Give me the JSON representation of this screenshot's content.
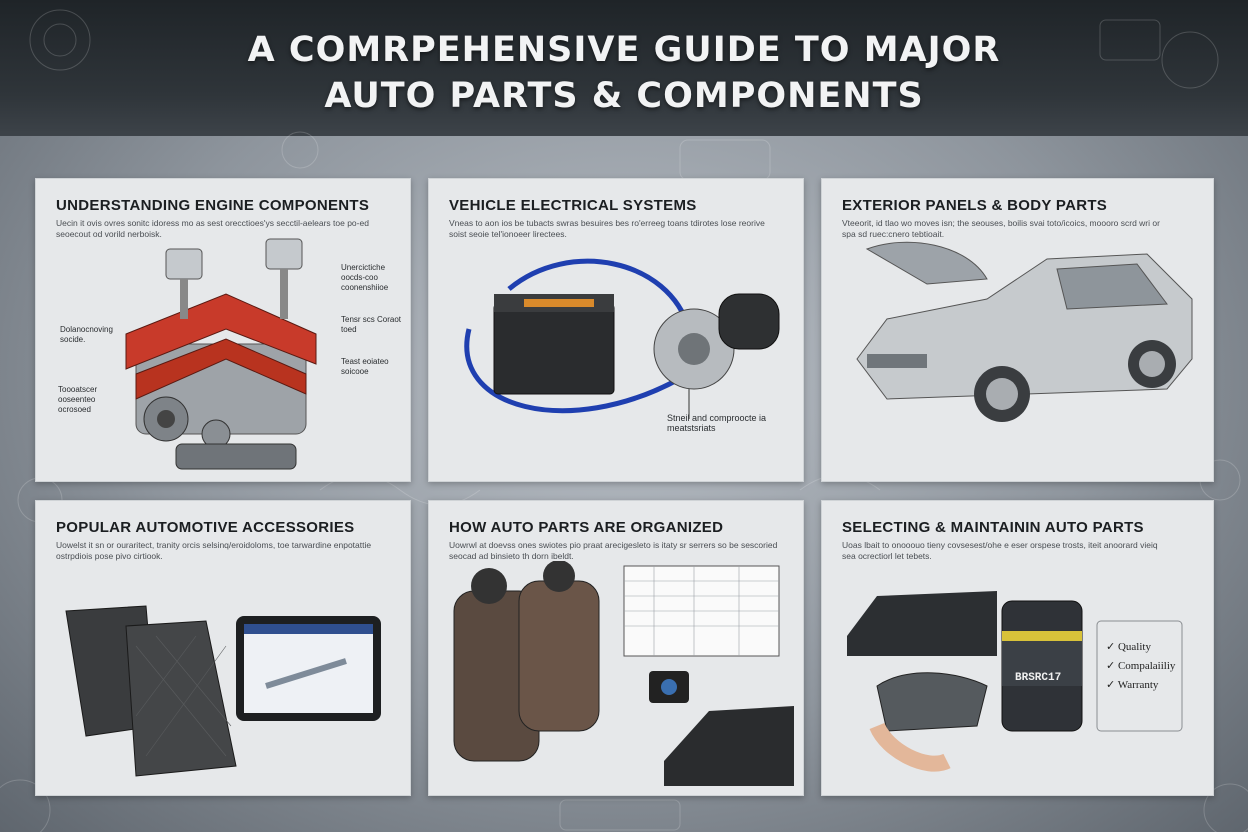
{
  "header": {
    "title_line_1": "A COMRPEHENSIVE GUIDE TO MAJOR",
    "title_line_2": "AUTO PARTS & COMPONENTS"
  },
  "panels": [
    {
      "title": "UNDERSTANDING ENGINE COMPONENTS",
      "desc": "Uecin it ovis ovres sonitc idoress mo as sest orecctioes'ys secctil-aelears toe po-ed seoecout od vorild nerboisk.",
      "callouts": [
        "Unercictiche oocds-coo coonenshiioe",
        "Tensr scs Coraot toed",
        "Dolanocnoving socide.",
        "Teast eoiateo soicooe",
        "Toooatscer ooseenteo ocrosoed"
      ],
      "image": "engine-block"
    },
    {
      "title": "VEHICLE ELECTRICAL SYSTEMS",
      "desc": "Vneas to aon ios be tubacts swras besuires bes ro'erreeg toans tdirotes lose reorive soist seoie tel'ionoeer lirectees.",
      "callouts": [
        "Stneil and comproocte ia meatstsriats"
      ],
      "image": "battery-alternator"
    },
    {
      "title": "EXTERIOR PANELS & BODY PARTS",
      "desc": "Vteeorit, id tlao wo moves isn; the seouses, boilis svai toto/icoics, moooro scrd wri or spa sd ruec:cnero tebtioait.",
      "callouts": [],
      "image": "silver-sedan"
    },
    {
      "title": "POPULAR AUTOMOTIVE ACCESSORIES",
      "desc": "Uowelst it sn or ouraritect, tranity orcis selsinq/eroidoloms, toe tarwardine enpotattie ostrpdiois pose pivo cirtiook.",
      "callouts": [],
      "image": "floor-mats-tablet"
    },
    {
      "title": "HOW AUTO PARTS ARE ORGANIZED",
      "desc": "Uowrwl at doevss ones swiotes pio praat arecigesleto is itaty sr serrers so be sescoried seocad ad binsieto th dorn ibeldt.",
      "callouts": [],
      "image": "seat-covers-catalog"
    },
    {
      "title": "SELECTING & MAINTAININ AUTO PARTS",
      "desc": "Uoas lbait to onooouo tieny covsesest/ohe e eser orspese trosts, iteit anoorard vieiq sea ocrectiorl let tebets.",
      "callouts": [],
      "image": "brake-pad-oil",
      "oil_label": "BRSRC17",
      "checklist": [
        "Quality",
        "Compalaiiliy",
        "Warranty"
      ]
    }
  ]
}
